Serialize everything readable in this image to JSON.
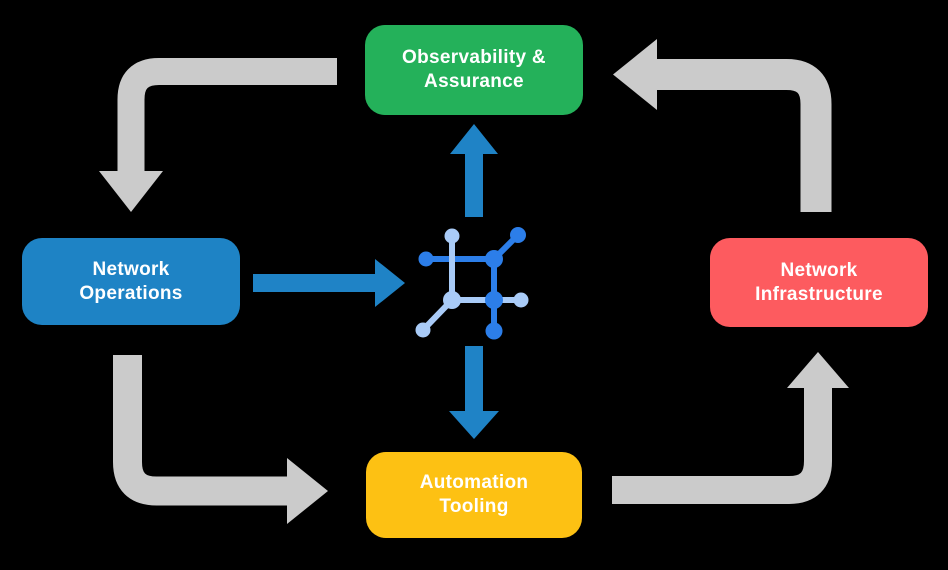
{
  "colors": {
    "bg": "#000000",
    "green": "#24B15A",
    "blue": "#1E83C5",
    "red": "#FD5B5F",
    "yellow": "#FDC113",
    "gray": "#CBCBCB",
    "arrowBlue": "#1F83C6",
    "iconDark": "#2C7EE9",
    "iconLight": "#A9CBF7",
    "text": "#FFFFFF"
  },
  "nodes": {
    "observability": {
      "label": "Observability &\nAssurance",
      "color": "#24B15A"
    },
    "operations": {
      "label": "Network\nOperations",
      "color": "#1E83C5"
    },
    "infrastructure": {
      "label": "Network\nInfrastructure",
      "color": "#FD5B5F"
    },
    "automation": {
      "label": "Automation\nTooling",
      "color": "#FDC113"
    }
  },
  "center_icon": "network-automation-chip",
  "flows": [
    {
      "from": "Observability & Assurance",
      "to": "Network Operations",
      "style": "gray"
    },
    {
      "from": "Network Operations",
      "to": "Automation Tooling",
      "style": "gray"
    },
    {
      "from": "Automation Tooling",
      "to": "Network Infrastructure",
      "style": "gray"
    },
    {
      "from": "Network Infrastructure",
      "to": "Observability & Assurance",
      "style": "gray"
    },
    {
      "from": "Network Operations",
      "to": "center-icon",
      "style": "blue"
    },
    {
      "from": "center-icon",
      "to": "Observability & Assurance",
      "style": "blue"
    },
    {
      "from": "center-icon",
      "to": "Automation Tooling",
      "style": "blue"
    }
  ]
}
